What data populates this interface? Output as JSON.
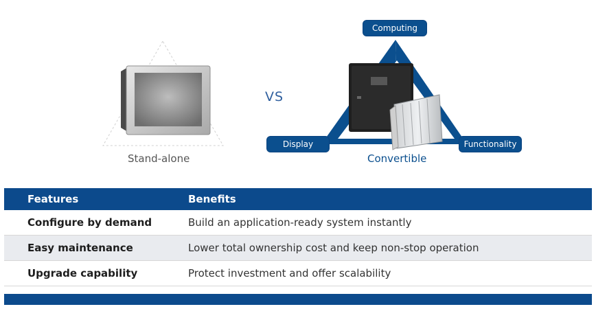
{
  "left": {
    "caption": "Stand-alone"
  },
  "vs_label": "VS",
  "right": {
    "caption": "Convertible",
    "pills": {
      "top": "Computing",
      "left": "Display",
      "right": "Functionality"
    }
  },
  "table": {
    "headers": [
      "Features",
      "Benefits"
    ],
    "rows": [
      {
        "feature": "Configure by demand",
        "benefit": "Build an application-ready system instantly"
      },
      {
        "feature": "Easy maintenance",
        "benefit": "Lower total ownership cost and keep non-stop operation"
      },
      {
        "feature": "Upgrade capability",
        "benefit": "Protect investment and offer scalability"
      }
    ]
  },
  "colors": {
    "brand_blue": "#0c4a8c",
    "row_alt": "#e9ebef"
  }
}
